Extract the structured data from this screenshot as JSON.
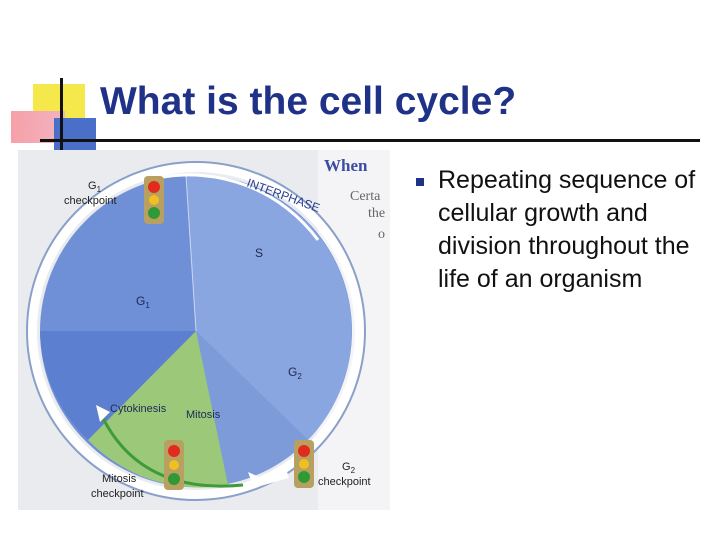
{
  "slide": {
    "title": "What is the cell cycle?",
    "bullets": [
      "Repeating sequence of cellular growth and division throughout the life of an organism"
    ]
  },
  "figure": {
    "header_text": "When",
    "side_text": [
      "Certa",
      "the",
      "o"
    ],
    "phases": {
      "s": "S",
      "g1": "G",
      "g1_sub": "1",
      "g2": "G",
      "g2_sub": "2",
      "mitosis": "Mitosis",
      "cytokinesis": "Cytokinesis"
    },
    "interphase_label": "INTERPHASE",
    "checkpoints": {
      "g1_symbol": "G",
      "g1_sub": "1",
      "g1_word": "checkpoint",
      "g2_symbol": "G",
      "g2_sub": "2",
      "g2_word": "checkpoint",
      "mitosis_line1": "Mitosis",
      "mitosis_line2": "checkpoint"
    },
    "colors": {
      "interphase_blue": "#6f8fd6",
      "s_blue": "#8aa6e0",
      "g1_blue": "#5c7fcf",
      "mitosis_green": "#9cc87a",
      "arrow_blue": "#2f4fb0",
      "arrow_green": "#3f9a3a",
      "light_red": "#e32a1e",
      "light_green": "#2f9a35",
      "light_yellow": "#f0c020"
    }
  }
}
